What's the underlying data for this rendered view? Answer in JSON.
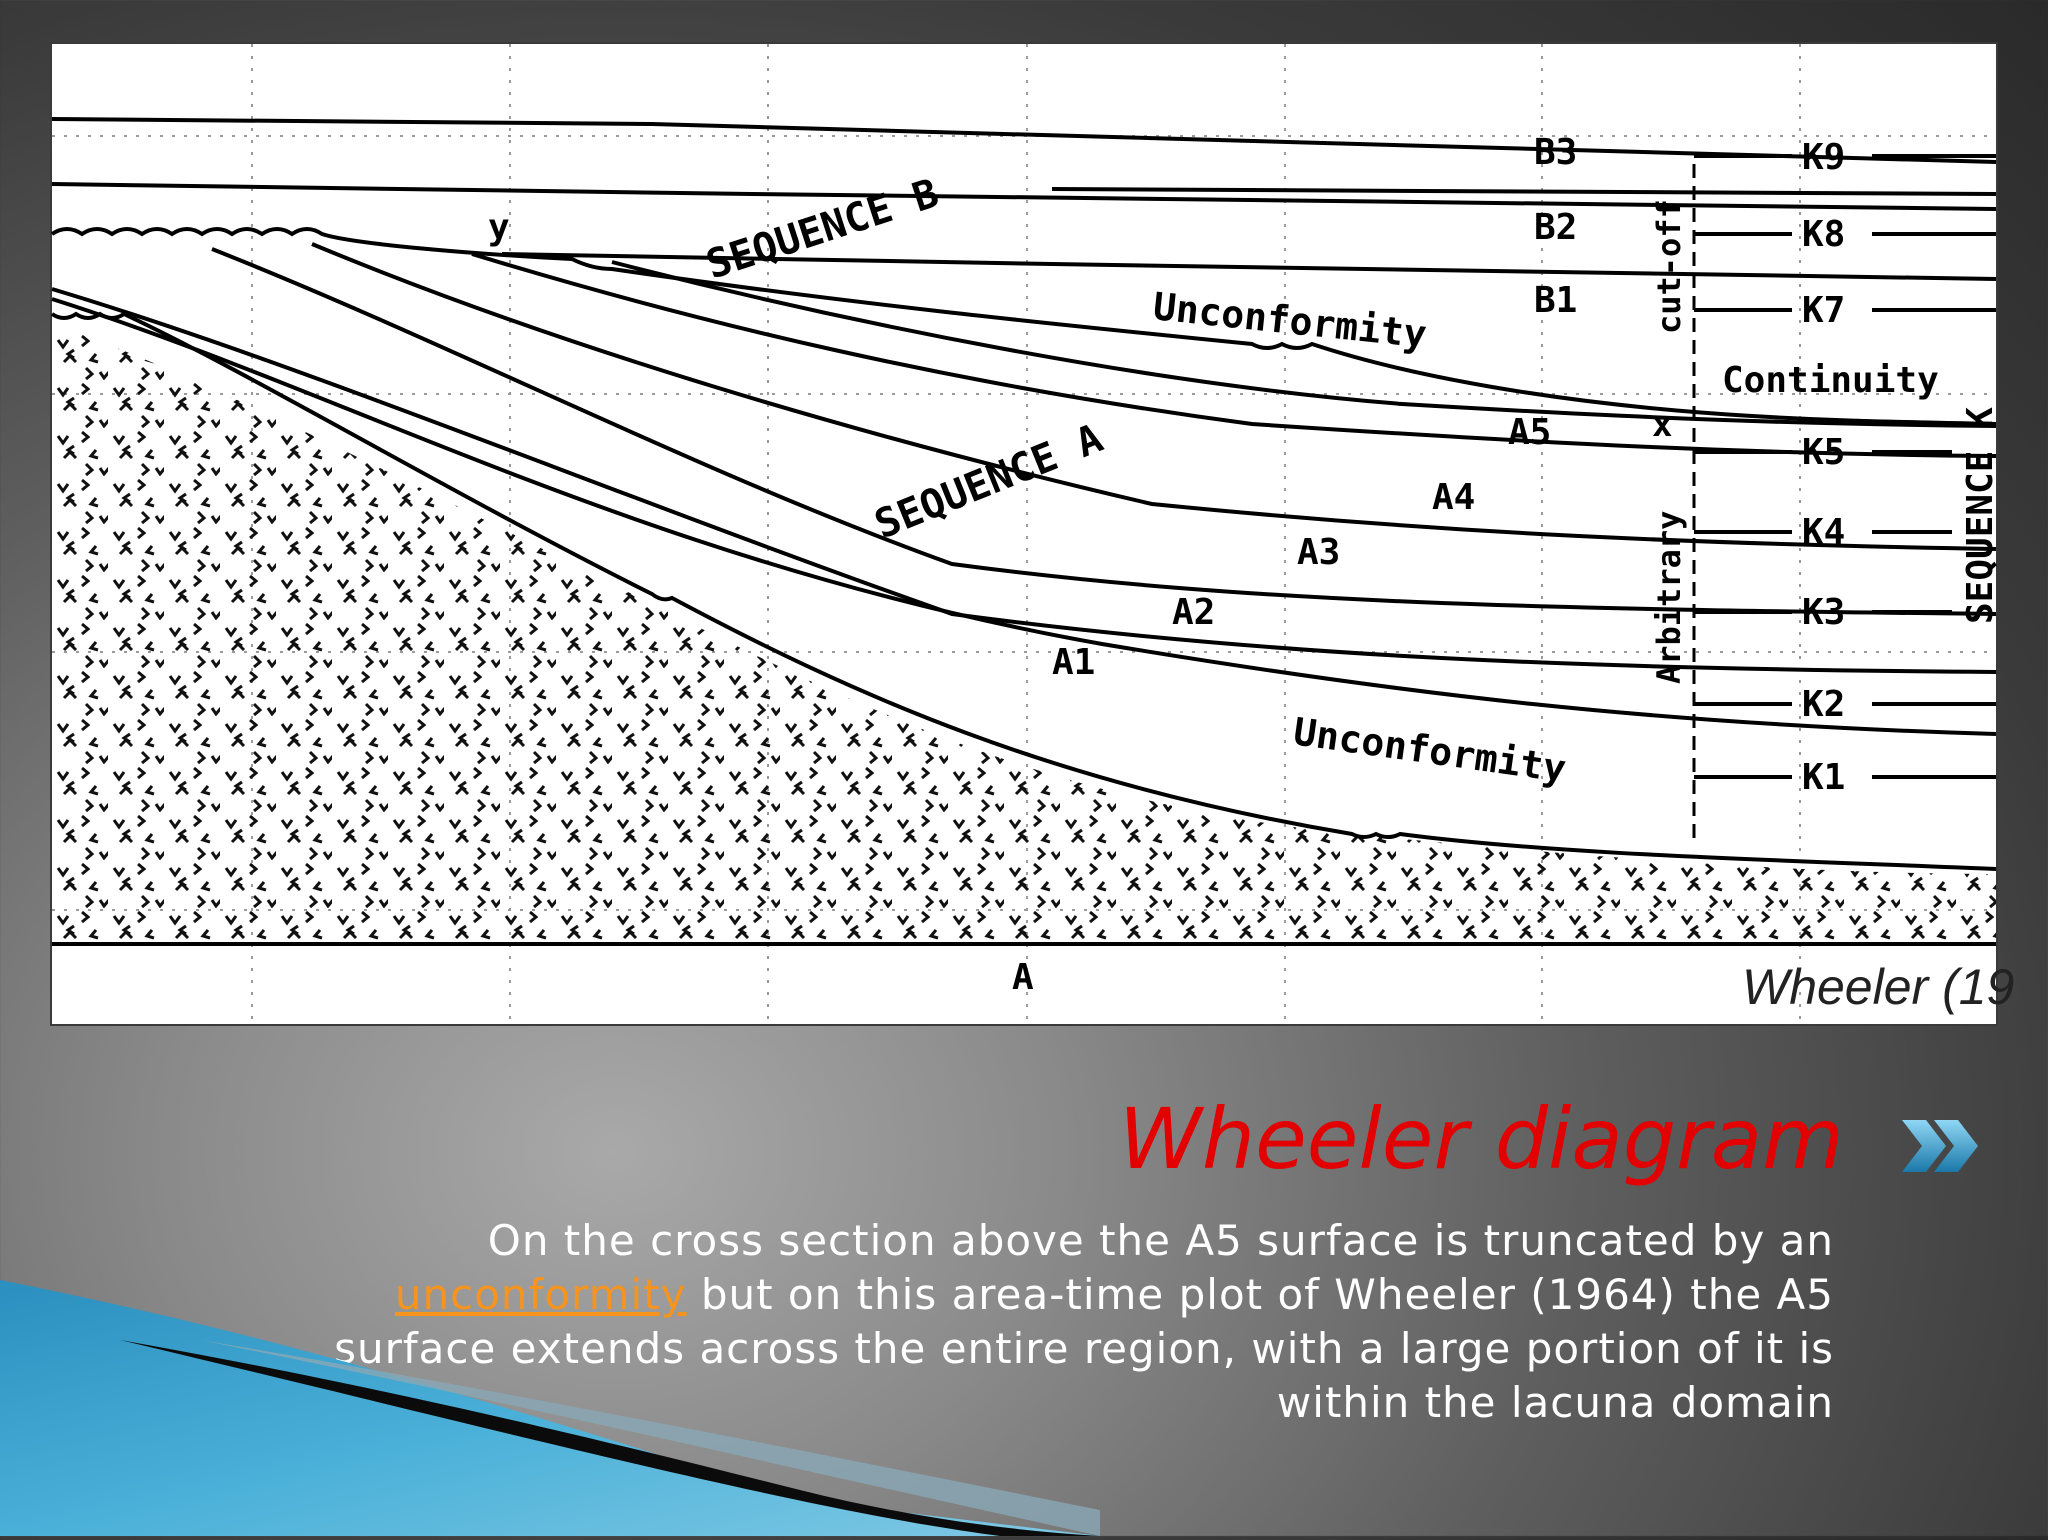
{
  "figure": {
    "sequence_labels": [
      "SEQUENCE B",
      "SEQUENCE A",
      "SEQUENCE K"
    ],
    "unconformity_label": "Unconformity",
    "continuity_label": "Continuity",
    "cutoff_label": "cut-off",
    "arbitrary_label": "Arbitrary",
    "marker_y": "y",
    "marker_x": "x",
    "marker_a": "A",
    "b_surfaces": [
      "B3",
      "B2",
      "B1"
    ],
    "a_surfaces": [
      "A5",
      "A4",
      "A3",
      "A2",
      "A1"
    ],
    "k_surfaces": [
      "K9",
      "K8",
      "K7",
      "K5",
      "K4",
      "K3",
      "K2",
      "K1"
    ],
    "credit": "Wheeler (19"
  },
  "slide": {
    "title": "Wheeler diagram",
    "body_before": "On the cross section above the A5 surface is truncated by an ",
    "body_link": "unconformity",
    "body_after": " but on this area-time plot of Wheeler (1964) the A5 surface extends across the entire region, with a large portion of it is within the lacuna domain"
  },
  "colors": {
    "title": "#e20000",
    "link": "#f7941d",
    "body_text": "#ffffff",
    "accent_blue": "#3aa0d0"
  },
  "icons": [
    "double-chevron-right-icon"
  ]
}
